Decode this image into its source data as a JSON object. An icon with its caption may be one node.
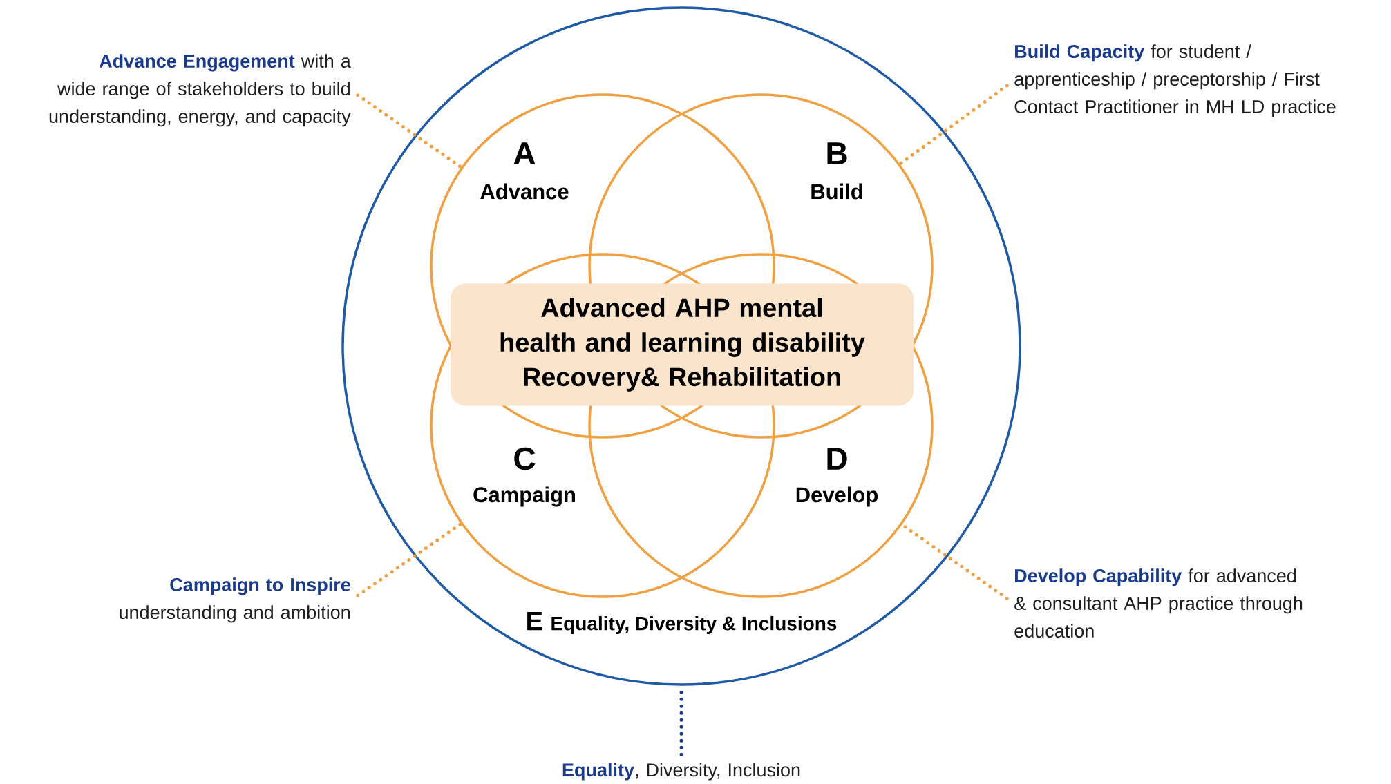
{
  "diagram": {
    "nodes": [
      {
        "text": [
          "E",
          "Equality, Diversity & Inclusions"
        ]
      },
      {
        "text": [
          "A",
          "Advance"
        ],
        "in": 0
      },
      {
        "text": [
          "B",
          "Build"
        ],
        "in": 0
      },
      {
        "text": [
          "C",
          "Campaign"
        ],
        "in": 0
      },
      {
        "text": [
          "D",
          "Develop"
        ],
        "in": 0
      },
      {
        "text": [
          "Advanced AHP mental health and learning disability Recovery& Rehabilitation"
        ],
        "in": 0
      },
      {
        "text": [
          "Advance Engagement",
          "with a wide range of stakeholders to build understanding, energy, and capacity"
        ]
      },
      {
        "text": [
          "Build Capacity",
          "for student / apprenticeship / preceptorship / First Contact Practitioner in MH LD practice"
        ]
      },
      {
        "text": [
          "Campaign to Inspire",
          "understanding and ambition"
        ]
      },
      {
        "text": [
          "Develop Capability",
          "for advanced & consultant AHP practice through education"
        ]
      },
      {
        "text": [
          "Equality",
          ", Diversity, Inclusion"
        ]
      }
    ],
    "edges": [
      {
        "from": 6,
        "to": 1,
        "arrow": "none",
        "style": "dashed"
      },
      {
        "from": 7,
        "to": 2,
        "arrow": "none",
        "style": "dashed"
      },
      {
        "from": 8,
        "to": 3,
        "arrow": "none",
        "style": "dashed"
      },
      {
        "from": 9,
        "to": 4,
        "arrow": "none",
        "style": "dashed"
      },
      {
        "from": 10,
        "to": 0,
        "arrow": "none",
        "style": "dashed",
        "color": "#1a3a8c"
      }
    ]
  }
}
